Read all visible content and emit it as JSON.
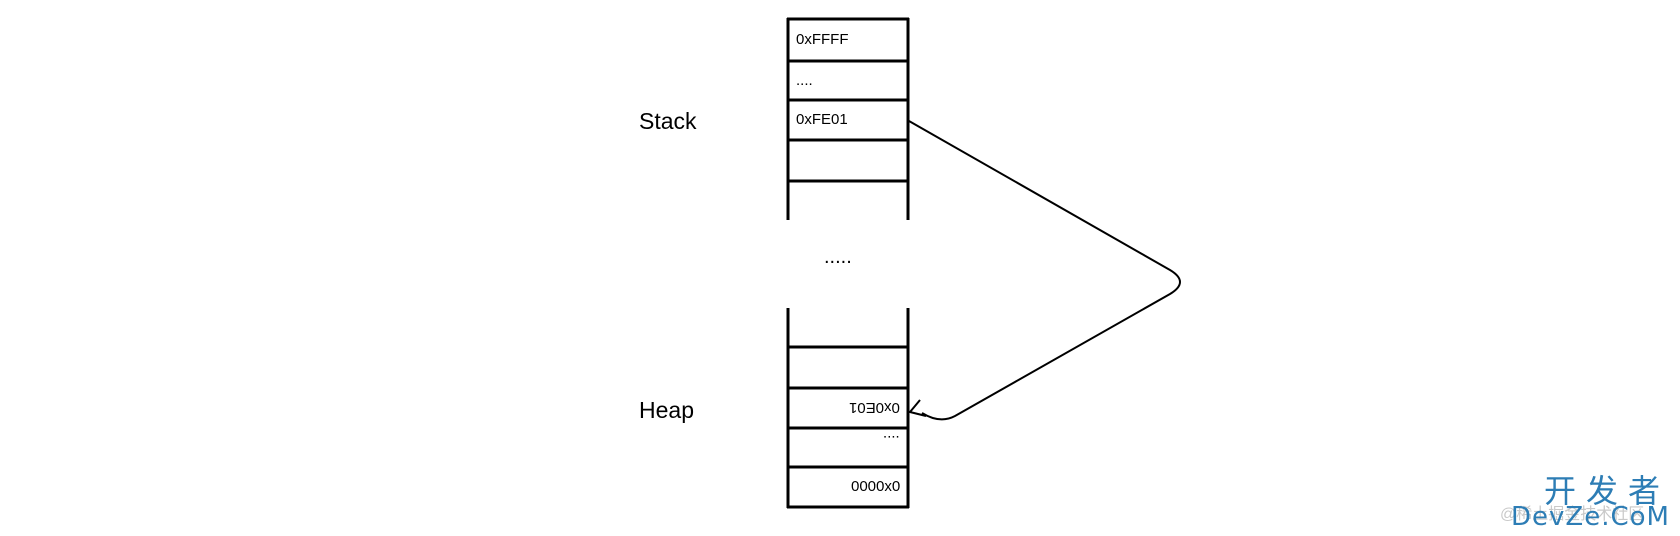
{
  "labels": {
    "stack": "Stack",
    "heap": "Heap"
  },
  "stack_cells": [
    {
      "text": "0xFFFF"
    },
    {
      "text": "...."
    },
    {
      "text": "0xFE01"
    },
    {
      "text": ""
    },
    {
      "text": ""
    }
  ],
  "gap_text": ".....",
  "heap_cells": [
    {
      "text": ""
    },
    {
      "text": ""
    },
    {
      "text": "0x0E01",
      "orientation": "rotated-180"
    },
    {
      "text": "....",
      "orientation": "rotated-180"
    },
    {
      "text": "0x0000",
      "orientation": "mirrored"
    }
  ],
  "arrow": {
    "from": "0xFE01",
    "to": "0x0E01"
  },
  "watermark": {
    "chinese": "开发者",
    "english": "DevZe.CoM",
    "credit": "@稀土掘金技术社区"
  },
  "colors": {
    "line": "#000000",
    "watermark": "#2d7db5",
    "credit": "#c9c9c9"
  }
}
